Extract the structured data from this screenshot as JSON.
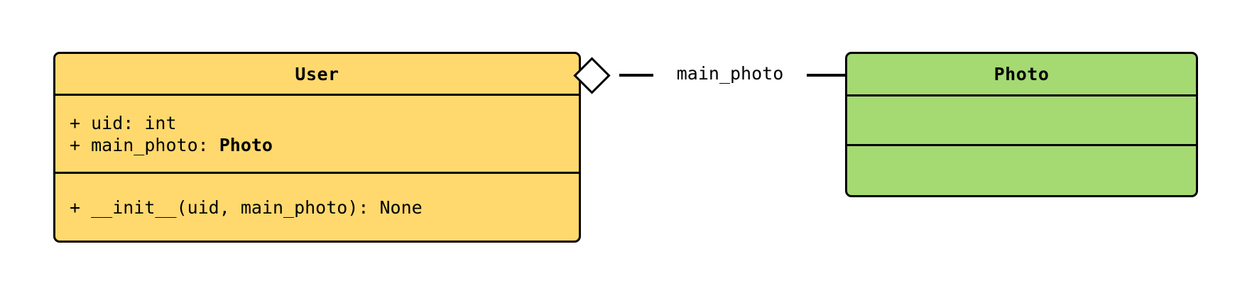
{
  "diagram": {
    "type": "uml-class-diagram",
    "classes": [
      {
        "name": "User",
        "color": "#FFD96E",
        "attributes": [
          {
            "visibility": "+",
            "text": "+ uid: int",
            "name": "uid",
            "type": "int"
          },
          {
            "visibility": "+",
            "text_prefix": "+ main_photo: ",
            "text_type": "Photo",
            "name": "main_photo",
            "type": "Photo"
          }
        ],
        "methods": [
          {
            "visibility": "+",
            "text": "+ __init__(uid, main_photo): None",
            "name": "__init__",
            "params": "uid, main_photo",
            "returns": "None"
          }
        ]
      },
      {
        "name": "Photo",
        "color": "#A5D972",
        "attributes": [],
        "methods": []
      }
    ],
    "relationship": {
      "kind": "aggregation",
      "label": "main_photo",
      "source": "User",
      "target": "Photo",
      "source_marker": "hollow-diamond"
    }
  },
  "colors": {
    "user_fill": "#FFD96E",
    "photo_fill": "#A5D972",
    "stroke": "#000000",
    "background": "#FFFFFF"
  }
}
